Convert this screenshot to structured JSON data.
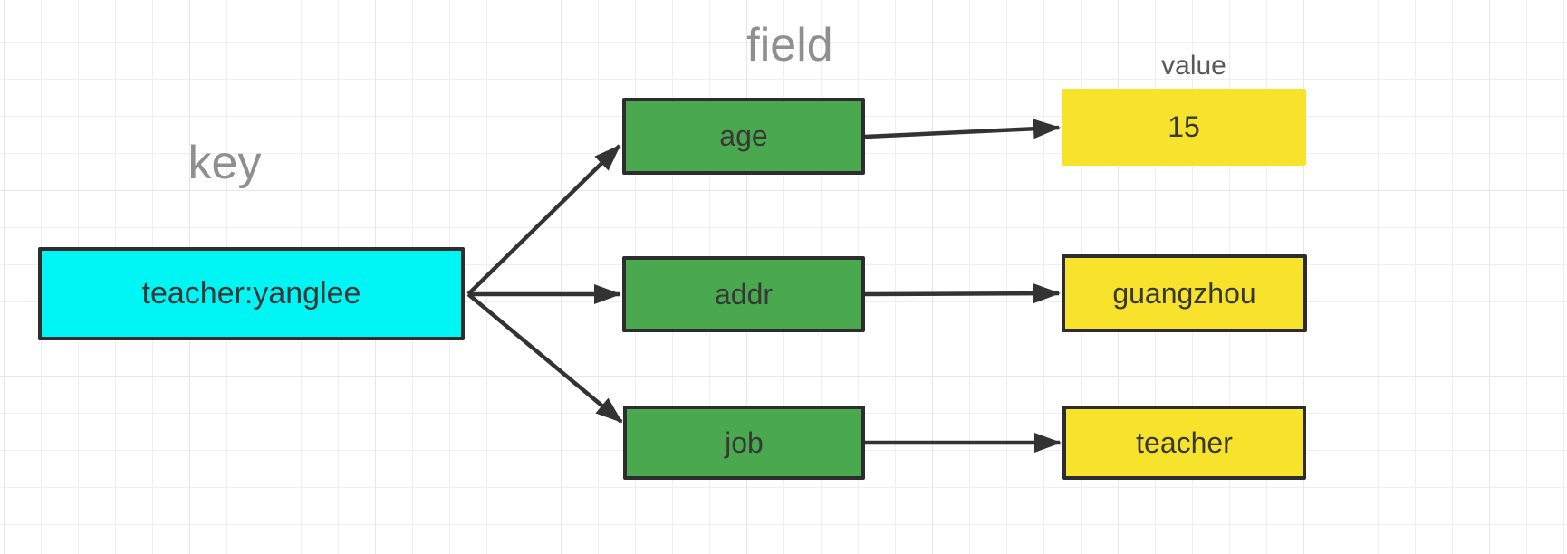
{
  "diagram": {
    "labels": {
      "key": "key",
      "field": "field",
      "value": "value"
    },
    "key_node": {
      "label": "teacher:yanglee"
    },
    "fields": [
      {
        "name": "age",
        "value": "15"
      },
      {
        "name": "addr",
        "value": "guangzhou"
      },
      {
        "name": "job",
        "value": "teacher"
      }
    ],
    "edges": [
      {
        "from": "teacher:yanglee",
        "to": "age"
      },
      {
        "from": "teacher:yanglee",
        "to": "addr"
      },
      {
        "from": "teacher:yanglee",
        "to": "job"
      },
      {
        "from": "age",
        "to": "15"
      },
      {
        "from": "addr",
        "to": "guangzhou"
      },
      {
        "from": "job",
        "to": "teacher"
      }
    ],
    "colors": {
      "key_fill": "#00F5F5",
      "field_fill": "#4AA94E",
      "value_fill": "#F7E32B",
      "border": "#2D2D2D",
      "arrow": "#333333",
      "label_gray": "#8F8F8F"
    }
  }
}
